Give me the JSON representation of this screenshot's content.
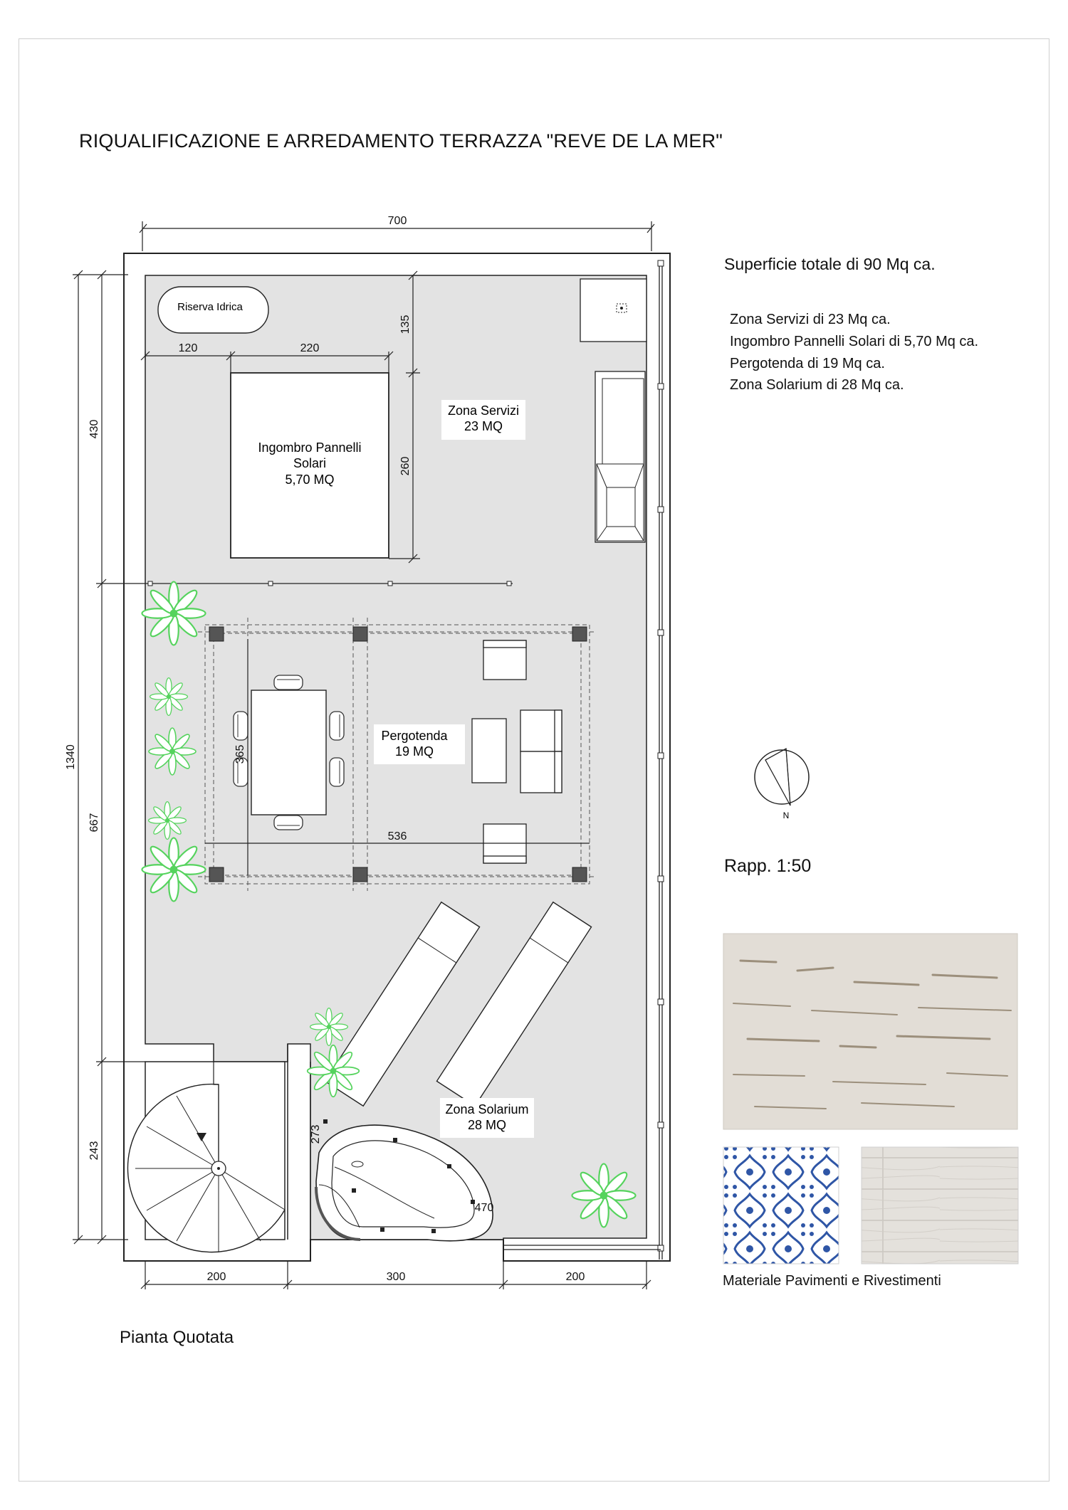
{
  "title": "RIQUALIFICAZIONE E ARREDAMENTO TERRAZZA \"REVE DE LA MER\"",
  "plan_label": "Pianta Quotata",
  "dimensions": {
    "top_width": "700",
    "left_total": "1340",
    "left_upper": "430",
    "left_middle": "667",
    "left_lower": "243",
    "solar_offset": "120",
    "solar_width": "220",
    "solar_top_gap": "135",
    "solar_height": "260",
    "pergola_depth": "365",
    "pergola_width": "536",
    "pool_height": "273",
    "pool_width": "470",
    "bottom_left": "200",
    "bottom_middle": "300",
    "bottom_right": "200"
  },
  "zones": {
    "water_tank": "Riserva Idrica",
    "solar_line1": "Ingombro Pannelli",
    "solar_line2": "Solari",
    "solar_area": "5,70 MQ",
    "services_name": "Zona Servizi",
    "services_area": "23 MQ",
    "pergola_name": "Pergotenda",
    "pergola_area": "19 MQ",
    "solarium_name": "Zona Solarium",
    "solarium_area": "28 MQ"
  },
  "summary": {
    "total": "Superficie totale di 90 Mq ca.",
    "items": [
      "Zona Servizi di 23 Mq ca.",
      "Ingombro Pannelli Solari di 5,70 Mq ca.",
      "Pergotenda di 19 Mq ca.",
      "Zona Solarium di 28 Mq ca."
    ]
  },
  "north_label": "N",
  "scale": "Rapp. 1:50",
  "materials_caption": "Materiale Pavimenti e Rivestimenti",
  "colors": {
    "floor": "#e3e3e3",
    "wall": "#ffffff",
    "plant": "#55d35d",
    "tile_blue": "#2f56a6",
    "travertine": "#e2ddd6",
    "wood_tile": "#e4e1dc"
  }
}
